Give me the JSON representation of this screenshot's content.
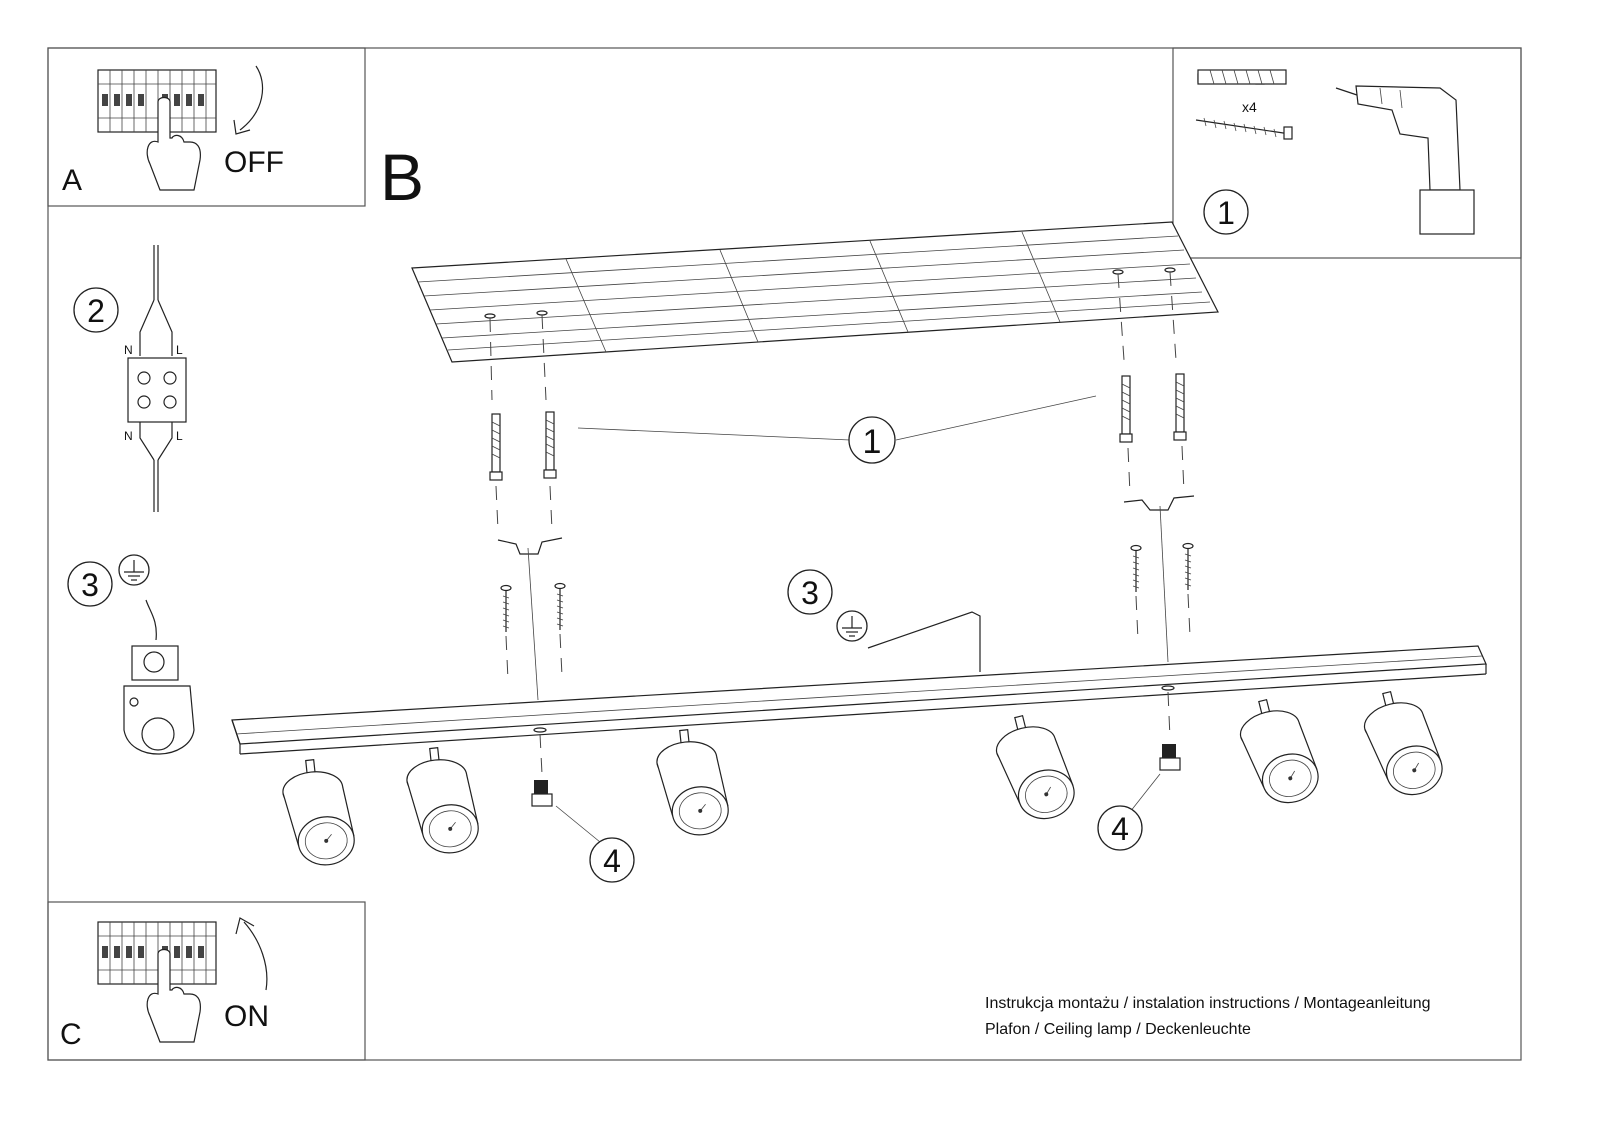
{
  "panels": {
    "a": {
      "letter": "A",
      "action": "OFF"
    },
    "b": {
      "letter": "B"
    },
    "c": {
      "letter": "C",
      "action": "ON"
    }
  },
  "tools": {
    "step": "1",
    "quantity": "x4",
    "icons": [
      "wall-plug-icon",
      "screw-icon",
      "drill-icon"
    ]
  },
  "wiring": {
    "step": "2",
    "terminal_top_left": "N",
    "terminal_top_right": "L",
    "terminal_bottom_left": "N",
    "terminal_bottom_right": "L"
  },
  "earth": {
    "step": "3",
    "icon": "ground-icon"
  },
  "main": {
    "callout_anchor": "1",
    "callout_earth": "3",
    "callout_screw_left": "4",
    "callout_screw_right": "4"
  },
  "footer": {
    "line1": "Instrukcja montażu / instalation instructions / Montageanleitung",
    "line2": "Plafon / Ceiling lamp / Deckenleuchte"
  }
}
